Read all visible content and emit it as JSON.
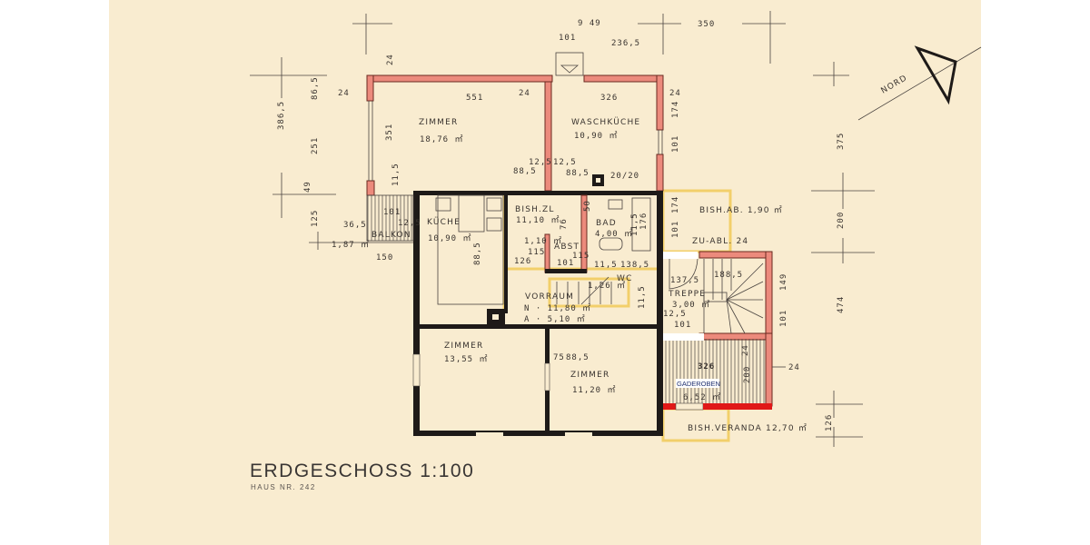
{
  "title": "ERDGESCHOSS 1:100",
  "subtitle": "HAUS NR. 242",
  "north_label": "NORD",
  "colors": {
    "paper": "#f9ecd0",
    "new_wall": "#ec8a7c",
    "existing_wall": "#1e1a18",
    "demolish": "#f0c850",
    "accent_red": "#e01818"
  },
  "rooms": {
    "zimmer_top": {
      "name": "ZIMMER",
      "area": "18,76 ㎡"
    },
    "waschkueche": {
      "name": "WASCHKÜCHE",
      "area": "10,90 ㎡"
    },
    "kueche": {
      "name": "KÜCHE",
      "area": "10,90 ㎡"
    },
    "bish_zl": {
      "name": "BISH.ZL",
      "area": "11,10 ㎡"
    },
    "abst": {
      "name": "ABST",
      "area": "1,10 ㎡"
    },
    "bad": {
      "name": "BAD",
      "area": "4,00 ㎡"
    },
    "wc": {
      "name": "WC"
    },
    "vorraum": {
      "name": "VORRAUM",
      "n": "N · 11,80 ㎡",
      "a": "A · 5,10 ㎡"
    },
    "treppe": {
      "name": "TREPPE",
      "area": "3,00 ㎡"
    },
    "zimmer_left": {
      "name": "ZIMMER",
      "area": "13,55 ㎡"
    },
    "zimmer_right": {
      "name": "ZIMMER",
      "area": "11,20 ㎡"
    },
    "gaderobe": {
      "name": "GADEROBEN",
      "area": "6,52 ㎡",
      "width": "326"
    },
    "bish_ab": {
      "name": "BISH.AB. 1,90 ㎡"
    },
    "zu_abl": {
      "name": "ZU-ABL. 24"
    },
    "veranda": {
      "name": "BISH.VERANDA 12,70 ㎡"
    },
    "balkon": {
      "name": "BALKON",
      "area": "1,87 ㎡"
    },
    "stair_area": {
      "area": "1,26 ㎡"
    }
  },
  "dimensions": {
    "top": [
      "9 49",
      "101",
      "236,5",
      "350",
      "24",
      "24",
      "551",
      "24",
      "326",
      "24"
    ],
    "left": [
      "386,5",
      "86,5",
      "251",
      "49",
      "125",
      "351",
      "11,5"
    ],
    "right": [
      "174",
      "101",
      "375",
      "200",
      "474",
      "126",
      "174",
      "101",
      "149",
      "101",
      "24"
    ],
    "interior": [
      "12,5",
      "12,5",
      "88,5",
      "88,5",
      "20/20",
      "50",
      "76",
      "115",
      "126",
      "101",
      "115",
      "11,5",
      "138,5",
      "11,5",
      "176",
      "101",
      "12,5",
      "36,5",
      "150",
      "88,5",
      "137,5",
      "188,5",
      "12,5",
      "101",
      "11,5",
      "200",
      "24",
      "75",
      "88,5"
    ]
  }
}
